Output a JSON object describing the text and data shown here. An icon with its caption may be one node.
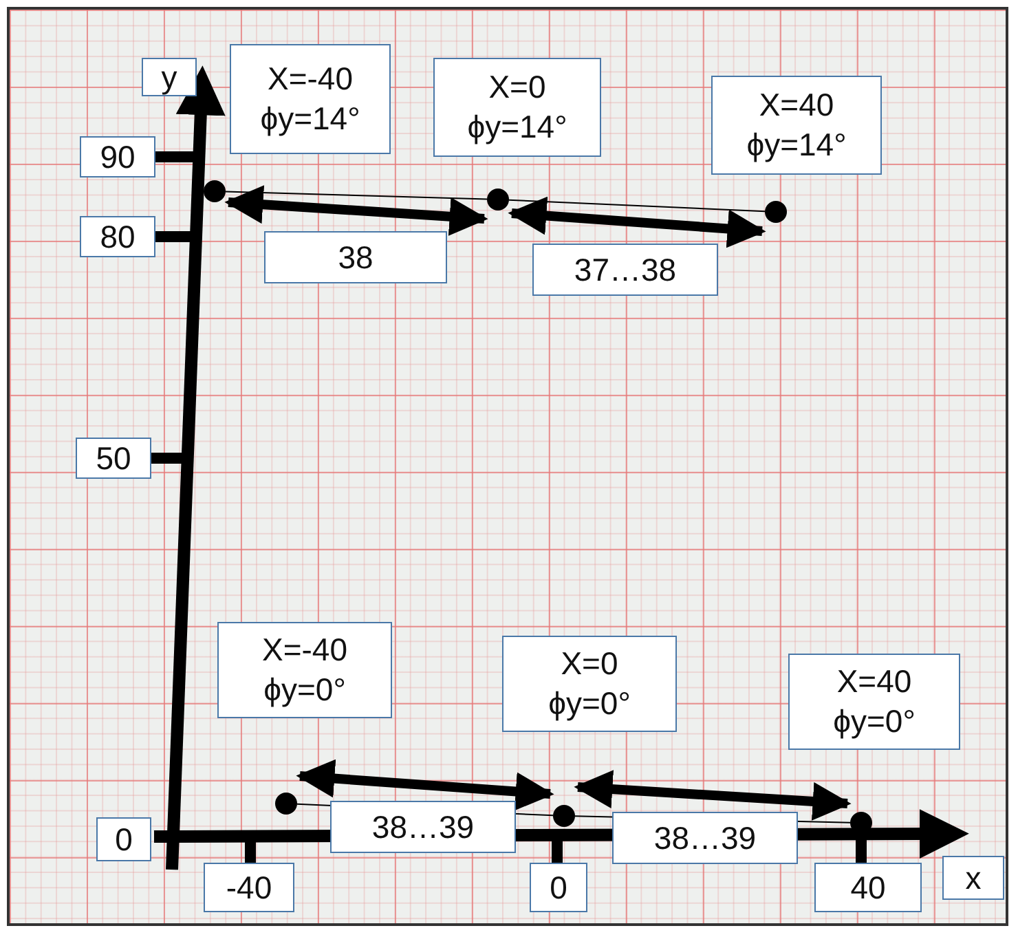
{
  "diagram": {
    "nodes": [
      {
        "text": [
          "X=-40",
          "ϕy=14°"
        ]
      },
      {
        "text": [
          "X=0",
          "ϕy=14°"
        ]
      },
      {
        "text": [
          "X=40",
          "ϕy=14°"
        ]
      },
      {
        "text": [],
        "shape": "circle"
      },
      {
        "text": [],
        "shape": "circle"
      },
      {
        "text": [],
        "shape": "circle"
      },
      {
        "text": [
          "X=-40",
          "ϕy=0°"
        ]
      },
      {
        "text": [
          "X=0",
          "ϕy=0°"
        ]
      },
      {
        "text": [
          "X=40",
          "ϕy=0°"
        ]
      },
      {
        "text": [],
        "shape": "circle"
      },
      {
        "text": [],
        "shape": "circle"
      },
      {
        "text": [],
        "shape": "circle"
      }
    ],
    "edges": [
      {
        "from": 3,
        "to": 4,
        "arrow": "none"
      },
      {
        "from": 4,
        "to": 5,
        "arrow": "none"
      },
      {
        "from": 9,
        "to": 10,
        "arrow": "none"
      },
      {
        "from": 10,
        "to": 11,
        "arrow": "none"
      },
      {
        "from": 3,
        "to": 4,
        "arrow": "both",
        "style": "thick",
        "label": "38"
      },
      {
        "from": 4,
        "to": 5,
        "arrow": "both",
        "style": "thick",
        "label": "37…38"
      },
      {
        "from": 9,
        "to": 10,
        "arrow": "both",
        "style": "thick",
        "label": "38…39"
      },
      {
        "from": 10,
        "to": 11,
        "arrow": "both",
        "style": "thick",
        "label": "38…39"
      }
    ],
    "labels": [
      "y",
      "90",
      "80",
      "50",
      "0",
      "-40",
      "0",
      "40",
      "x"
    ]
  }
}
